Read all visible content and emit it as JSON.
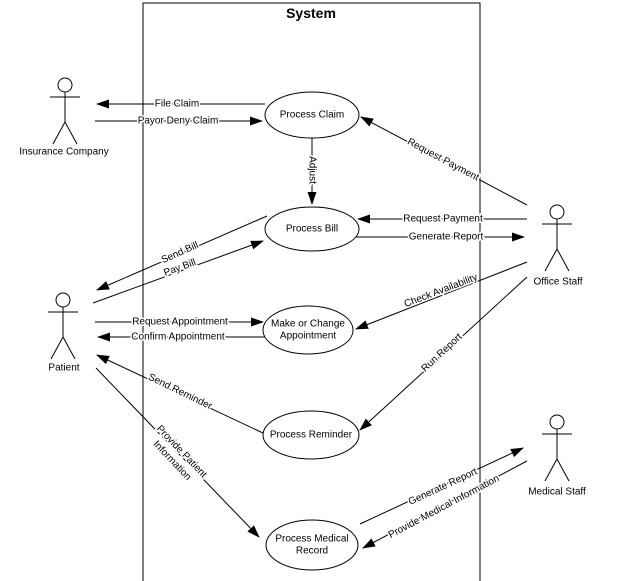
{
  "title": "System",
  "colors": {
    "stroke": "#000000",
    "background": "#ffffff"
  },
  "actors": {
    "insurance": {
      "label": "Insurance Company"
    },
    "patient": {
      "label": "Patient"
    },
    "office": {
      "label": "Office Staff"
    },
    "medical": {
      "label": "Medical Staff"
    }
  },
  "use_cases": {
    "claim": {
      "line1": "Process Claim"
    },
    "bill": {
      "line1": "Process Bill"
    },
    "appointment": {
      "line1": "Make or Change",
      "line2": "Appointment"
    },
    "reminder": {
      "line1": "Process Reminder"
    },
    "record": {
      "line1": "Process Medical",
      "line2": "Record"
    }
  },
  "connections": {
    "file_claim": {
      "label": "File Claim",
      "from": "Process Claim",
      "to": "Insurance Company"
    },
    "payor_deny_claim": {
      "label": "Payor Deny Claim",
      "from": "Insurance Company",
      "to": "Process Claim"
    },
    "adjust": {
      "label": "Adjust",
      "from": "Process Claim",
      "to": "Process Bill"
    },
    "request_payment_claim": {
      "label": "Request Payment",
      "from": "Office Staff",
      "to": "Process Claim"
    },
    "request_payment_bill": {
      "label": "Request Payment",
      "from": "Office Staff",
      "to": "Process Bill"
    },
    "generate_report_bill": {
      "label": "Generate Report",
      "from": "Process Bill",
      "to": "Office Staff"
    },
    "send_bill": {
      "label": "Send Bill",
      "from": "Process Bill",
      "to": "Patient"
    },
    "pay_bill": {
      "label": "Pay Bill",
      "from": "Patient",
      "to": "Process Bill"
    },
    "request_appointment": {
      "label": "Request Appointment",
      "from": "Patient",
      "to": "Make or Change Appointment"
    },
    "confirm_appointment": {
      "label": "Confirm Appointment",
      "from": "Make or Change Appointment",
      "to": "Patient"
    },
    "check_availability": {
      "label": "Check Availability",
      "from": "Office Staff",
      "to": "Make or Change Appointment"
    },
    "run_report": {
      "label": "Run Report",
      "from": "Office Staff",
      "to": "Process Reminder"
    },
    "send_reminder": {
      "label": "Send Reminder",
      "from": "Process Reminder",
      "to": "Patient"
    },
    "provide_patient_information": {
      "label_line1": "Provide Patient",
      "label_line2": "Information",
      "from": "Patient",
      "to": "Process Medical Record"
    },
    "generate_report_record": {
      "label": "Generate Report",
      "from": "Process Medical Record",
      "to": "Medical Staff"
    },
    "provide_medical_information": {
      "label": "Provide Medical Information",
      "from": "Medical Staff",
      "to": "Process Medical Record"
    }
  }
}
